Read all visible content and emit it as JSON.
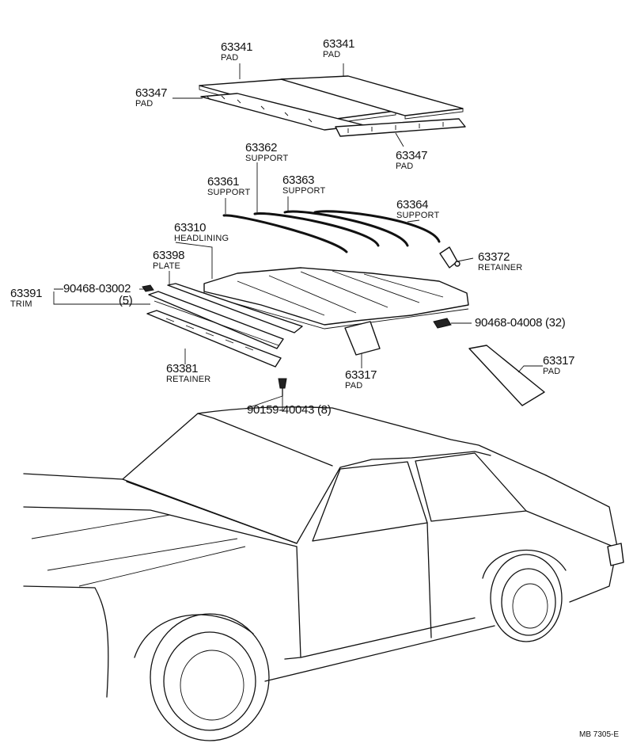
{
  "labels": [
    {
      "id": "pad-63341-left",
      "number": "63341",
      "name": "PAD"
    },
    {
      "id": "pad-63341-right",
      "number": "63341",
      "name": "PAD"
    },
    {
      "id": "pad-63347-left",
      "number": "63347",
      "name": "PAD"
    },
    {
      "id": "pad-63347-right",
      "number": "63347",
      "name": "PAD"
    },
    {
      "id": "support-63362",
      "number": "63362",
      "name": "SUPPORT"
    },
    {
      "id": "support-63361",
      "number": "63361",
      "name": "SUPPORT"
    },
    {
      "id": "support-63363",
      "number": "63363",
      "name": "SUPPORT"
    },
    {
      "id": "support-63364",
      "number": "63364",
      "name": "SUPPORT"
    },
    {
      "id": "headlining-63310",
      "number": "63310",
      "name": "HEADLINING"
    },
    {
      "id": "plate-63398",
      "number": "63398",
      "name": "PLATE"
    },
    {
      "id": "retainer-63372",
      "number": "63372",
      "name": "RETAINER"
    },
    {
      "id": "trim-63391",
      "number": "63391",
      "name": "TRIM"
    },
    {
      "id": "screw-90468-03002",
      "number": "90468-03002",
      "name": "(5)"
    },
    {
      "id": "clip-90468-04008",
      "number": "90468-04008 (32)",
      "name": ""
    },
    {
      "id": "pad-63317-left",
      "number": "63317",
      "name": "PAD"
    },
    {
      "id": "pad-63317-right",
      "number": "63317",
      "name": "PAD"
    },
    {
      "id": "retainer-63381",
      "number": "63381",
      "name": "RETAINER"
    },
    {
      "id": "screw-90159-40043",
      "number": "90159-40043 (8)",
      "name": ""
    }
  ],
  "reference_code": "MB  7305-E"
}
